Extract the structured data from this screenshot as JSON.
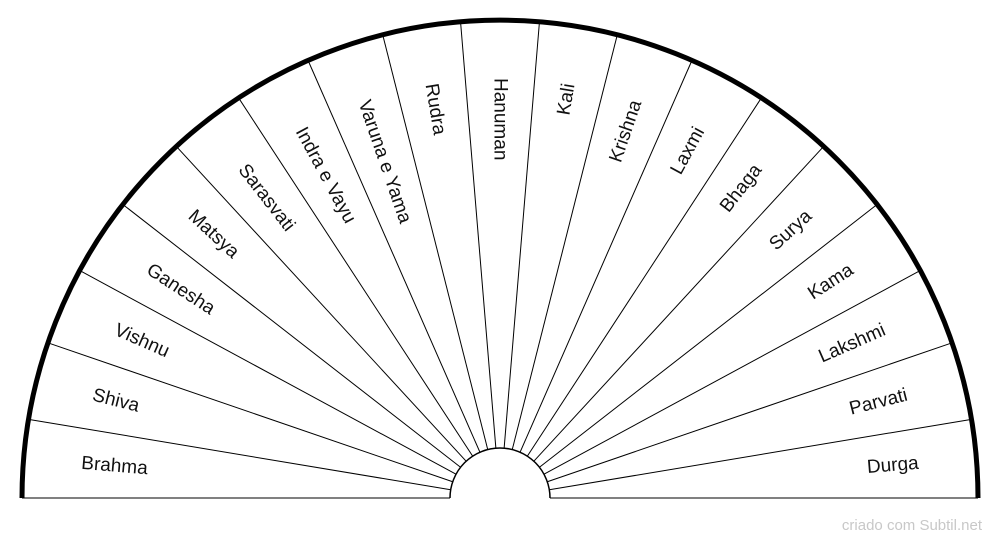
{
  "diagram": {
    "type": "semicircle-pendulum-chart",
    "sectors": [
      "Brahma",
      "Shiva",
      "Vishnu",
      "Ganesha",
      "Matsya",
      "Sarasvati",
      "Indra e Vayu",
      "Varuna e Yama",
      "Rudra",
      "Hanuman",
      "Kali",
      "Krishna",
      "Laxmi",
      "Bhaga",
      "Surya",
      "Kama",
      "Lakshmi",
      "Parvati",
      "Durga"
    ],
    "colors": {
      "stroke": "#000000",
      "background": "#ffffff",
      "credit": "#c8c8c8"
    }
  },
  "credit": "criado com Subtil.net"
}
